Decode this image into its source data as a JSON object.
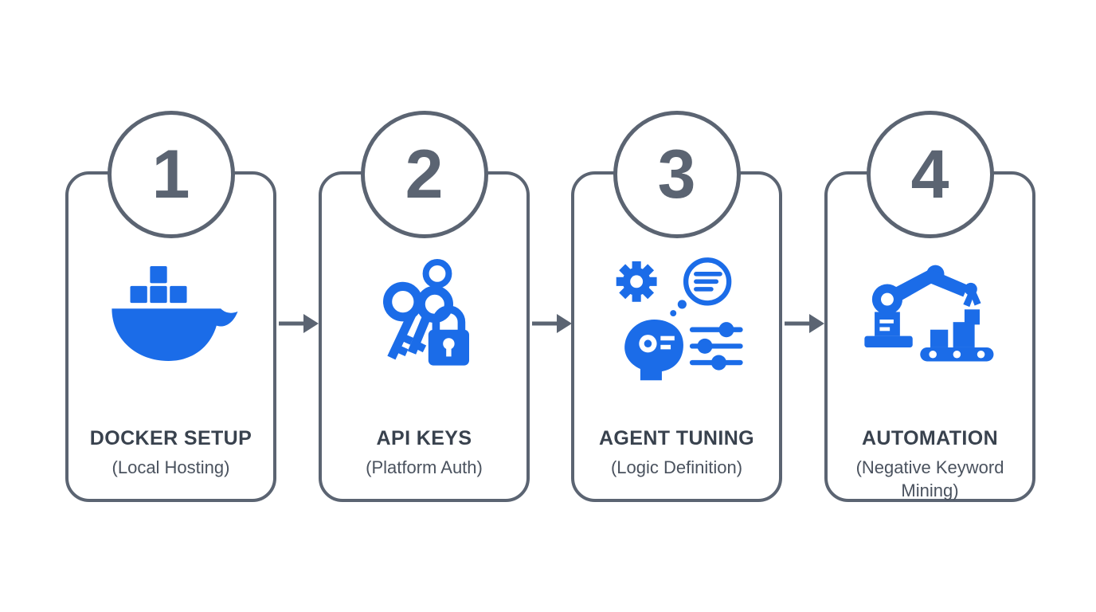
{
  "title": "Setup workflow infographic",
  "colors": {
    "accent_blue": "#1b6ce8",
    "outline_gray": "#5b6472",
    "title_text": "#39424e",
    "subtitle_text": "#4a525e",
    "background": "#ffffff"
  },
  "steps": [
    {
      "number": "1",
      "title": "DOCKER SETUP",
      "subtitle": "(Local Hosting)",
      "icon": "docker-whale-icon"
    },
    {
      "number": "2",
      "title": "API KEYS",
      "subtitle": "(Platform Auth)",
      "icon": "keys-padlock-icon"
    },
    {
      "number": "3",
      "title": "AGENT TUNING",
      "subtitle": "(Logic Definition)",
      "icon": "agent-tuning-icon"
    },
    {
      "number": "4",
      "title": "AUTOMATION",
      "subtitle": "(Negative Keyword Mining)",
      "icon": "robot-automation-icon"
    }
  ],
  "connector": "arrow-right"
}
